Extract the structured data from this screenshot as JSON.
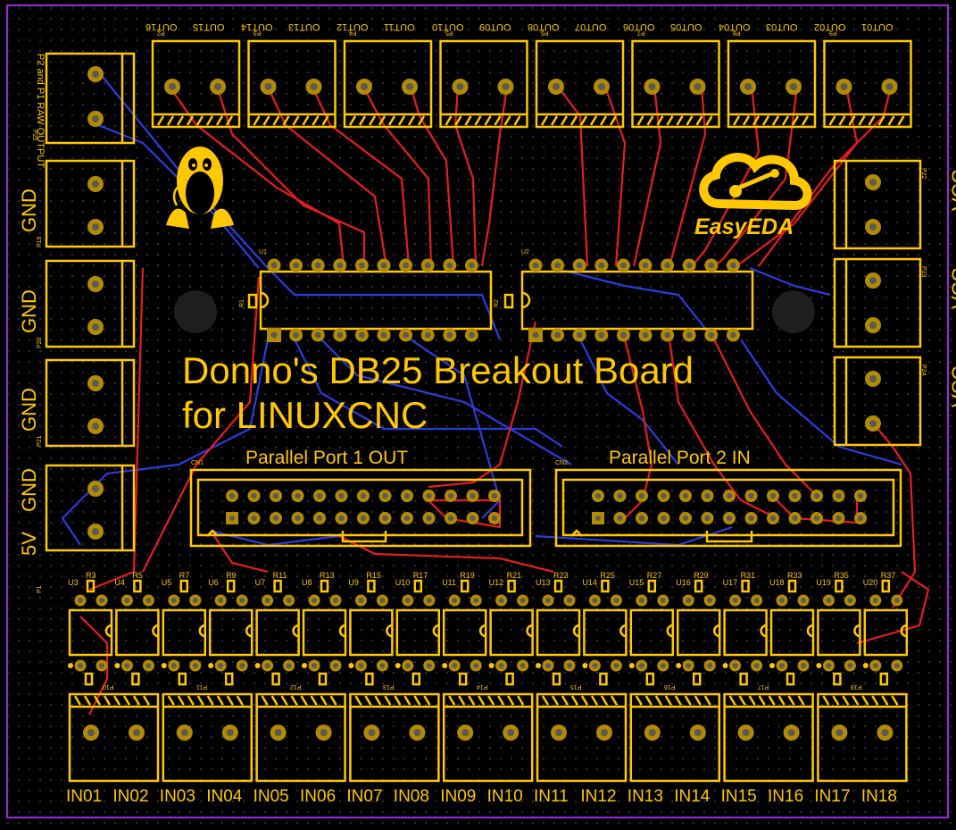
{
  "board": {
    "title_line1": "Donno's DB25 Breakout Board",
    "title_line2": "for LINUXCNC",
    "port1_label": "Parallel Port 1 OUT",
    "port2_label": "Parallel Port 2 IN",
    "cn1": "CN1",
    "cn2": "CN2",
    "u1": "U1",
    "u2": "U2",
    "r1": "R1",
    "r2": "R2",
    "logo_text": "EasyEDA",
    "raw_output_label": "P2 and P1 RAW OUTPUT",
    "p25": "P25",
    "p2": "P2"
  },
  "outputs": [
    "OUT01",
    "OUT02",
    "OUT03",
    "OUT04",
    "OUT05",
    "OUT06",
    "OUT07",
    "OUT08",
    "OUT09",
    "OUT10",
    "OUT11",
    "OUT12",
    "OUT13",
    "OUT14",
    "OUT15",
    "OUT16"
  ],
  "output_connectors": [
    "P2",
    "P3",
    "P4",
    "P5",
    "P6",
    "P7",
    "P8",
    "P9"
  ],
  "left_power": [
    {
      "label": "GND",
      "ref": "P19"
    },
    {
      "label": "GND",
      "ref": "P20"
    },
    {
      "label": "GND",
      "ref": "P21"
    },
    {
      "label": "GND",
      "ref": ""
    },
    {
      "label": "5V",
      "ref": "P1"
    }
  ],
  "right_power": [
    {
      "label": "VCC",
      "ref": "P22"
    },
    {
      "label": "VCC",
      "ref": "P23"
    },
    {
      "label": "VCC",
      "ref": "P24"
    }
  ],
  "opto_refs": [
    "U3",
    "U4",
    "U5",
    "U6",
    "U7",
    "U8",
    "U9",
    "U10",
    "U11",
    "U12",
    "U13",
    "U14",
    "U15",
    "U16",
    "U17",
    "U18",
    "U19",
    "U20"
  ],
  "resistor_refs_top": [
    "R3",
    "R5",
    "R7",
    "R9",
    "R11",
    "R13",
    "R15",
    "R17",
    "R19",
    "R21",
    "R23",
    "R25",
    "R27",
    "R29",
    "R31",
    "R33",
    "R35",
    "R37"
  ],
  "input_connectors": [
    "P10",
    "P11",
    "P12",
    "P13",
    "P14",
    "P15",
    "P16",
    "P17",
    "P18"
  ],
  "inputs": [
    "IN01",
    "IN02",
    "IN03",
    "IN04",
    "IN05",
    "IN06",
    "IN07",
    "IN08",
    "IN09",
    "IN10",
    "IN11",
    "IN12",
    "IN13",
    "IN14",
    "IN15",
    "IN16",
    "IN17",
    "IN18"
  ]
}
